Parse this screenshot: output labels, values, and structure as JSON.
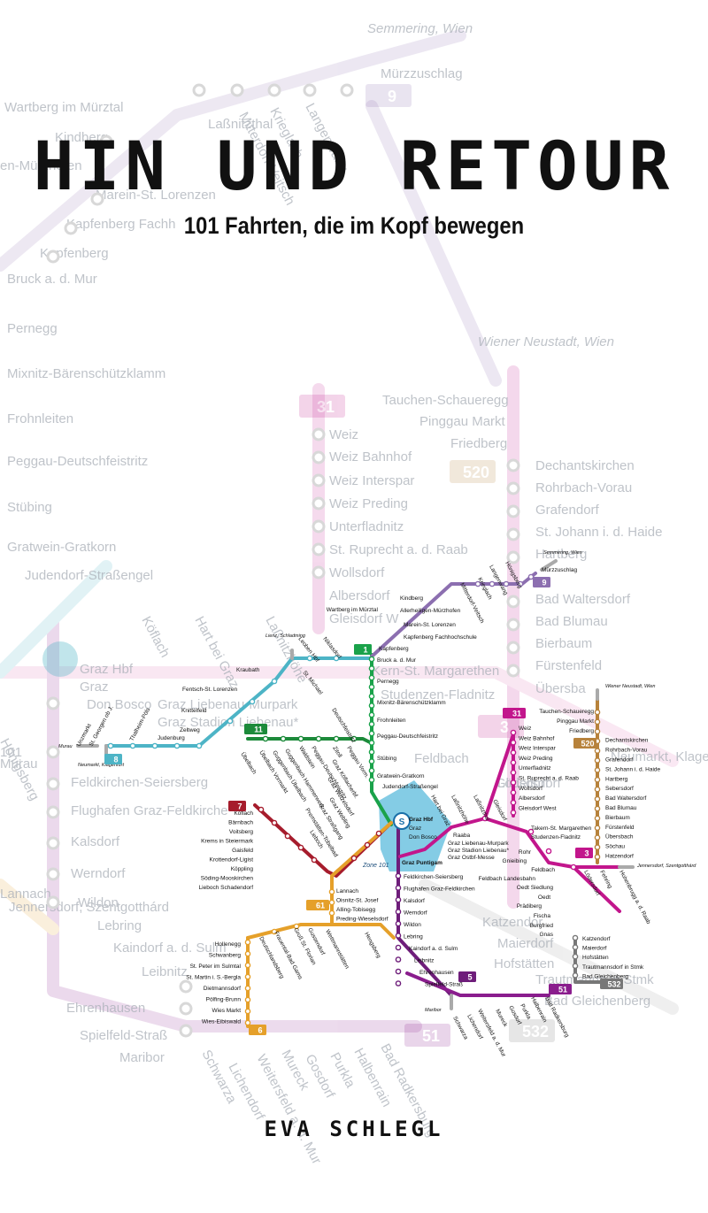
{
  "cover": {
    "title": "HIN UND RETOUR",
    "subtitle": "101 Fahrten, die im Kopf bewegen",
    "author": "EVA SCHLEGL"
  },
  "colors": {
    "s1": "#1aa24a",
    "s3": "#c2168c",
    "s5": "#6e1d7a",
    "s6": "#e5a02a",
    "s61": "#e5a02a",
    "s7": "#a61c2c",
    "s8": "#4db4c6",
    "s9": "#8c6fb0",
    "s11": "#1c8a3a",
    "s31": "#c2168c",
    "s51": "#8a1d8d",
    "r520": "#b7823b",
    "r532": "#777777",
    "zone": "#6ec3e0"
  },
  "background": {
    "stations": [
      "Semmering, Wien",
      "Mürzzuschlag",
      "Wartberg im Mürztal",
      "Kindberg",
      "en-Mürzhofen",
      "Marein-St. Lorenzen",
      "Kapfenberg Fachh",
      "Kapfenberg",
      "Bruck a. d. Mur",
      "Pernegg",
      "Mixnitz-Bärenschützklamm",
      "Frohnleiten",
      "Peggau-Deutschfeistritz",
      "Stübing",
      "Gratwein-Gratkorn",
      "Judendorf-Straßengel",
      "Wiener Neustadt, Wien",
      "Tauchen-Schaueregg",
      "Pinggau Markt",
      "Friedberg",
      "Dechantskirchen",
      "Rohrbach-Vorau",
      "Grafendorf",
      "St. Johann i. d. Haide",
      "Hartberg",
      "Bad Waltersdorf",
      "Bad Blumau",
      "Bierbaum",
      "Fürstenfeld",
      "Übersba",
      "Weiz",
      "Weiz Bahnhof",
      "Weiz Interspar",
      "Weiz Preding",
      "Unterfladnitz",
      "St. Ruprecht a. d. Raab",
      "Wollsdorf",
      "Albersdorf",
      "Gleisdorf W",
      "Kern-St. Margarethen",
      "Studenzen-Fladnitz",
      "Graz Hbf",
      "Graz",
      "Don Bosco",
      "Graz Liebenau-Murpark",
      "Graz Stadion Liebenau*",
      "Feldkirchen-Seiersberg",
      "Flughafen Graz-Feldkirche",
      "Kalsdorf",
      "Werndorf",
      "Wildon",
      "Lebring",
      "Kaindorf a. d. Sulm",
      "Leibnitz",
      "Ehrenhausen",
      "Spielfeld-Straß",
      "Maribor",
      "Katzendor",
      "Maierdorf",
      "Hofstätten",
      "Trautmanns in Stmk",
      "Bad Gleichenberg",
      "Schwarza",
      "Lichendorf",
      "Weitersfeld a. d. Mur",
      "Mureck",
      "Gosdorf",
      "Purkla",
      "Halbenrain",
      "Bad Radkersburg",
      "Feldbach",
      "Lödersdorf",
      "101",
      "Lannach",
      "Köflach",
      "Hart bei Graz",
      "Laßnitzhöhe",
      "Gleisdorf",
      "Laßnitzthal",
      "Mitterdorf-Veitsch",
      "Krieglach",
      "Langenwang",
      "Hönigsberg",
      "Murau",
      "Neumarkt, Klagenfurt",
      "Jennersdorf, Szentgotthárd"
    ],
    "badges": [
      "9",
      "31",
      "520",
      "3",
      "51",
      "532"
    ]
  },
  "map": {
    "zone_label": "Zone 101",
    "badges": {
      "s1": "1",
      "s3": "3",
      "s5": "5",
      "s51": "51",
      "s6": "6",
      "s61": "61",
      "s7": "7",
      "s8": "8",
      "s9": "9",
      "s11": "11",
      "s31": "31",
      "r520": "520",
      "r532": "532"
    },
    "terminals": {
      "semmering": "Semmering, Wien",
      "lienz": "Lienz, Schladming",
      "murau": "Murau",
      "neumarkt": "Neumarkt, Klagenfurt",
      "wiener_neustadt": "Wiener Neustadt, Wien",
      "jennersdorf": "Jennersdorf, Szentgotthárd",
      "maribor": "Maribor"
    },
    "s1_right": [
      "Mürzzuschlag",
      "Kindberg",
      "Allerheiligen-Mürzhofen",
      "Marein-St. Lorenzen",
      "Kapfenberg Fachhochschule",
      "Kapfenberg",
      "Bruck a. d. Mur",
      "Pernegg",
      "Mixnitz-Bärenschützklamm",
      "Frohnleiten",
      "Peggau-Deutschfeistritz",
      "Stübing",
      "Gratwein-Gratkorn",
      "Judendorf-Straßengel"
    ],
    "s1_wartberg": "Wartberg im Mürztal",
    "s9_diag": [
      "Mitterdorf-Veitsch",
      "Krieglach",
      "Langenwang",
      "Hönigsberg"
    ],
    "s8_diag": [
      "Leoben Hbf",
      "Niklasdorf",
      "St. Michael",
      "Kraubath",
      "Fentsch-St. Lorenzen",
      "Knittelfeld",
      "Zeltweg",
      "Judenburg",
      "Thalheim-Pöls",
      "St. Georgen ob J.",
      "Unzmarkt"
    ],
    "s11_diag": [
      "Übelbach",
      "Übelbach Vormarkt",
      "Guggenbach Übelbach",
      "Guggenbach Hammerwerk",
      "Waldstein",
      "Peggau-Deutschfeistritz",
      "Zitoll",
      "Peggau Vorm.",
      "Deutschfeistritz"
    ],
    "graz_hubs": [
      "Graz Hbf",
      "Graz Don Bosco",
      "Raaba",
      "Graz Liebenau-Murpark",
      "Graz Stadion Liebenau*",
      "Graz Ostbf-Messe",
      "Graz Puntigam"
    ],
    "s5_list": [
      "Feldkirchen-Seiersberg",
      "Flughafen Graz-Feldkirchen",
      "Kalsdorf",
      "Werndorf",
      "Wildon",
      "Lebring",
      "Kaindorf a. d. Sulm",
      "Leibnitz",
      "Ehrenhausen",
      "Spielfeld-Straß"
    ],
    "s51_diag": [
      "Schwarza",
      "Lichendorf",
      "Weitersfeld a. d. Mur",
      "Mureck",
      "Gosdorf",
      "Purkla",
      "Halbenrain",
      "Bad Radkersburg"
    ],
    "s7_left": [
      "Köflach",
      "Bärnbach",
      "Voitsberg",
      "Krems in Steiermark",
      "Gaisfeld",
      "Krottendorf-Ligist",
      "Köppling",
      "Söding-Mooskirchen",
      "Lieboch Schadendorf"
    ],
    "s7_diag": [
      "Graz Köflacherbf.",
      "Graz Wetzelsdorf",
      "Graz Webling",
      "Graz Straßgang",
      "Premstätten-Tobelbad",
      "Lieboch"
    ],
    "s61_list": [
      "Lannach",
      "Oisnitz-St. Josef",
      "Alling-Tobisegg",
      "Preding-Wieselsdorf"
    ],
    "s6_left": [
      "Hollenegg",
      "Schwanberg",
      "St. Peter im Sulmtal",
      "St. Martin i. S.-Bergla",
      "Dietmannsdorf",
      "Pölfing-Brunn",
      "Wies Markt",
      "Wies-Eibiswald"
    ],
    "s6_diag": [
      "Deutschlandsberg",
      "Frauental-Bad Gams",
      "Groß St. Florian",
      "Gussendorf",
      "Wettmannstätten",
      "Hengsberg"
    ],
    "s31_list": [
      "Weiz",
      "Weiz Bahnhof",
      "Weiz Interspar",
      "Weiz Preding",
      "Unterfladnitz",
      "St. Ruprecht a. d. Raab",
      "Wollsdorf",
      "Albersdorf",
      "Gleisdorf West"
    ],
    "s3_diag": [
      "Hart bei Graz",
      "Laßnitzhöhe",
      "Laßnitzthal",
      "Gleisdorf"
    ],
    "s3_right": [
      "Takern-St. Margarethen",
      "Studenzen-Fladnitz",
      "Rohr",
      "Gnieibing",
      "Feldbach",
      "Feldbach Landesbahn",
      "Oedt Siedlung",
      "Oedt",
      "Prädiberg",
      "Fischa",
      "Burgfried",
      "Gnas"
    ],
    "s3_diag2": [
      "Lödersdorf",
      "Fehring",
      "Hohenbrugg a. d. Raab"
    ],
    "r520_list": [
      "Tauchen-Schaueregg",
      "Pinggau Markt",
      "Friedberg",
      "Dechantskirchen",
      "Rohrbach-Vorau",
      "Grafendorf",
      "St. Johann i. d. Haide",
      "Hartberg",
      "Sebersdorf",
      "Bad Waltersdorf",
      "Bad Blumau",
      "Bierbaum",
      "Fürstenfeld",
      "Übersbach",
      "Söchau",
      "Hatzendorf"
    ],
    "r532_list": [
      "Katzendorf",
      "Maierdorf",
      "Hofstätten",
      "Trautmannsdorf in Stmk",
      "Bad Gleichenberg"
    ]
  }
}
